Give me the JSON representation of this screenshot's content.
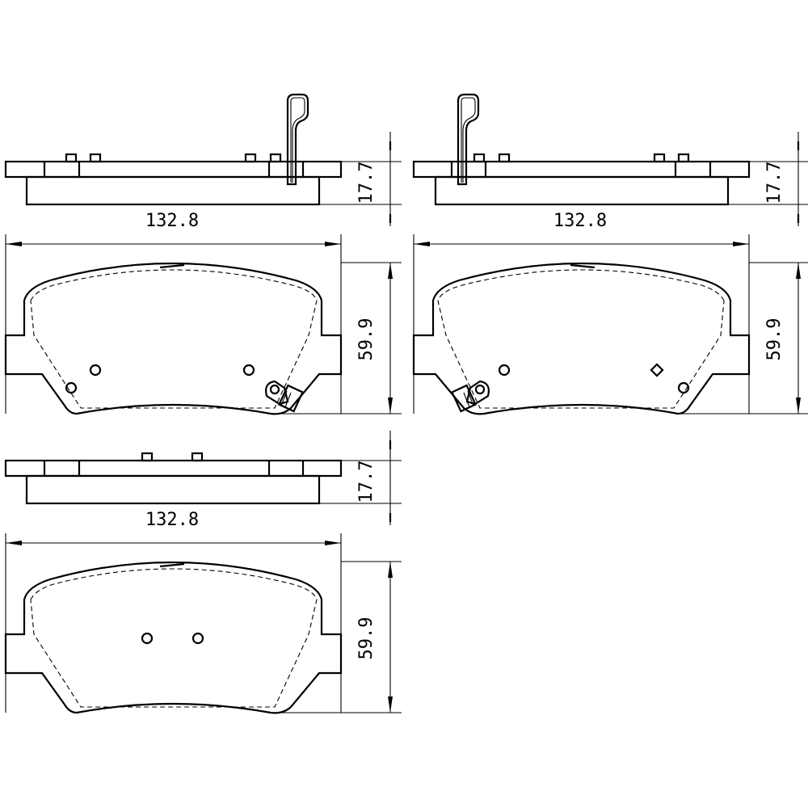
{
  "title": "",
  "views": [
    {
      "id": "pad-with-sensor-right",
      "width_label": "132.8",
      "thickness_label": "17.7",
      "height_label": "59.9",
      "has_wear_sensor": true
    },
    {
      "id": "pad-with-sensor-left",
      "width_label": "132.8",
      "thickness_label": "17.7",
      "height_label": "59.9",
      "has_wear_sensor": true
    },
    {
      "id": "pad-plain",
      "width_label": "132.8",
      "thickness_label": "17.7",
      "height_label": "59.9",
      "has_wear_sensor": false
    }
  ]
}
